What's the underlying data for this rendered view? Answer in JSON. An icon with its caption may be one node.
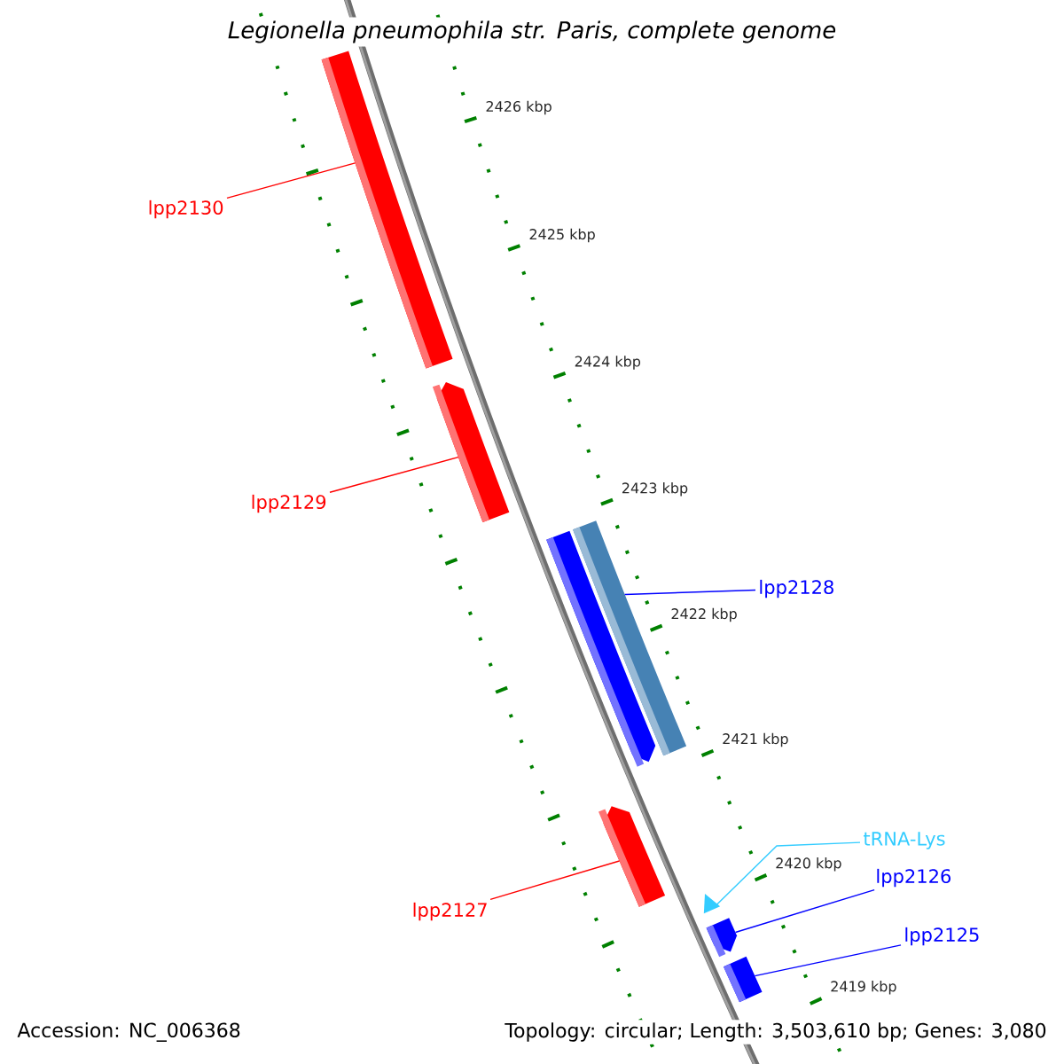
{
  "diagram": {
    "title": "Legionella pneumophila str. Paris, complete genome",
    "nodes": [
      {
        "text": [
          "lpp2130"
        ]
      },
      {
        "text": [
          "lpp2129"
        ]
      },
      {
        "text": [
          "lpp2128"
        ]
      },
      {
        "text": [
          "tRNA-Lys"
        ]
      },
      {
        "text": [
          "lpp2126"
        ]
      },
      {
        "text": [
          "lpp2127"
        ]
      },
      {
        "text": [
          "lpp2125"
        ]
      },
      {
        "text": [],
        "shape": "bar"
      },
      {
        "text": [],
        "shape": "bar"
      },
      {
        "text": [],
        "shape": "bar"
      },
      {
        "text": [],
        "shape": "bar"
      },
      {
        "text": [],
        "shape": "bar"
      },
      {
        "text": [],
        "shape": "triangle"
      },
      {
        "text": [],
        "shape": "bar"
      },
      {
        "text": [],
        "shape": "bar"
      }
    ],
    "edges": [
      {
        "from": 0,
        "to": 7,
        "arrow": "none",
        "color": "#ff0000"
      },
      {
        "from": 1,
        "to": 8,
        "arrow": "none",
        "color": "#ff0000"
      },
      {
        "from": 2,
        "to": 10,
        "arrow": "none",
        "color": "#0000ff"
      },
      {
        "from": 3,
        "to": 12,
        "arrow": "none",
        "color": "#33ccff"
      },
      {
        "from": 4,
        "to": 13,
        "arrow": "none",
        "color": "#0000ff"
      },
      {
        "from": 5,
        "to": 11,
        "arrow": "none",
        "color": "#ff0000"
      },
      {
        "from": 6,
        "to": 14,
        "arrow": "none",
        "color": "#0000ff"
      }
    ],
    "labels": [
      "2426 kbp",
      "2425 kbp",
      "2424 kbp",
      "2423 kbp",
      "2422 kbp",
      "2421 kbp",
      "2420 kbp",
      "2419 kbp",
      "Accession: NC_006368",
      "Topology: circular; Length: 3,503,610 bp; Genes: 3,080"
    ]
  }
}
